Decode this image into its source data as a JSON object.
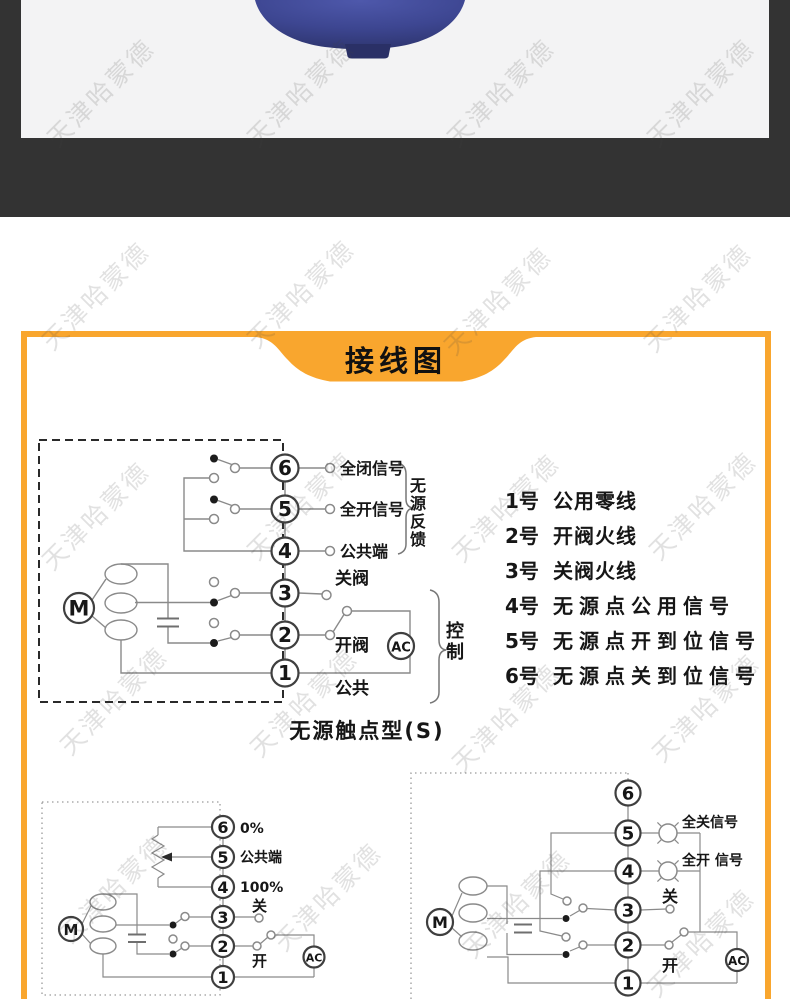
{
  "watermark": {
    "text": "天津哈蒙德"
  },
  "theme": {
    "accent_orange": "#F9A62E",
    "dark_band": "#333333",
    "photo_background": "#F3F3F4",
    "product_blue": "#3D4691",
    "line_gray": "#8A8A8A",
    "ink": "#161616"
  },
  "panel": {
    "title": "接线图"
  },
  "main_diagram": {
    "caption": "无源触点型(S)",
    "terminals": [
      "6",
      "5",
      "4",
      "3",
      "2",
      "1"
    ],
    "labels": {
      "full_close_signal": "全闭信号",
      "full_open_signal": "全开信号",
      "common_terminal": "公共端",
      "close_valve": "关阀",
      "open_valve": "开阀",
      "common": "公共",
      "passive_feedback": "无源反馈",
      "control": "控制",
      "motor": "M",
      "ac": "AC"
    }
  },
  "terminal_legend": {
    "items": [
      {
        "no": "1号",
        "desc": "公用零线"
      },
      {
        "no": "2号",
        "desc": "开阀火线"
      },
      {
        "no": "3号",
        "desc": "关阀火线"
      },
      {
        "no": "4号",
        "desc": "无源点公用信号"
      },
      {
        "no": "5号",
        "desc": "无源点开到位信号"
      },
      {
        "no": "6号",
        "desc": "无源点关到位信号"
      }
    ]
  },
  "bottom_left_diagram": {
    "terminals": [
      "6",
      "5",
      "4",
      "3",
      "2",
      "1"
    ],
    "labels": {
      "zero_percent": "0%",
      "common_terminal": "公共端",
      "hundred_percent": "100%",
      "close": "关",
      "open": "开",
      "motor": "M",
      "ac": "AC"
    }
  },
  "bottom_right_diagram": {
    "terminals": [
      "6",
      "5",
      "4",
      "3",
      "2",
      "1"
    ],
    "labels": {
      "full_close_signal": "全关信号",
      "full_open_signal": "全开 信号",
      "close": "关",
      "open": "开",
      "motor": "M",
      "ac": "AC"
    }
  }
}
